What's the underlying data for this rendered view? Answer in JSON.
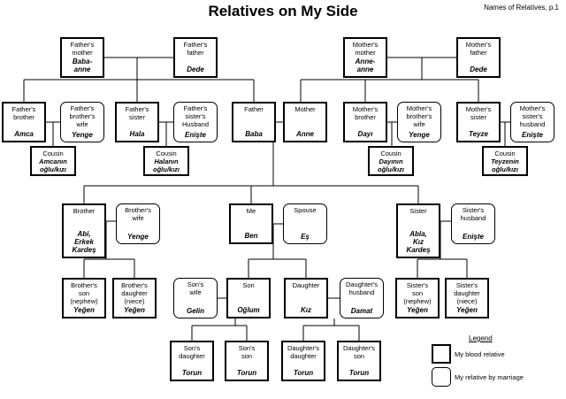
{
  "header": {
    "title": "Relatives on My Side",
    "page_note": "Names of Relatives,  p.1"
  },
  "boxes": {
    "fathers_mother": {
      "role": "Father's\nmother",
      "turkish": "Baba-\nanne"
    },
    "fathers_father": {
      "role": "Father's\nfather",
      "turkish": "Dede"
    },
    "mothers_mother": {
      "role": "Mother's\nmother",
      "turkish": "Anne-\nanne"
    },
    "mothers_father": {
      "role": "Mother's\nfather",
      "turkish": "Dede"
    },
    "fathers_brother": {
      "role": "Father's\nbrother",
      "turkish": "Amca"
    },
    "fathers_brothers_wife": {
      "role": "Father's\nbrother's\nwife",
      "turkish": "Yenge"
    },
    "fathers_sister": {
      "role": "Father's\nsister",
      "turkish": "Hala"
    },
    "fathers_sisters_husband": {
      "role": "Father's\nsister's\nHusband",
      "turkish": "Enişte"
    },
    "father": {
      "role": "Father",
      "turkish": "Baba"
    },
    "mother": {
      "role": "Mother",
      "turkish": "Anne"
    },
    "mothers_brother": {
      "role": "Mother's\nbrother",
      "turkish": "Dayı"
    },
    "mothers_brothers_wife": {
      "role": "Mother's\nbrother's\nwife",
      "turkish": "Yenge"
    },
    "mothers_sister": {
      "role": "Mother's\nsister",
      "turkish": "Teyze"
    },
    "mothers_sisters_husband": {
      "role": "Mother's\nsister's\nhusband",
      "turkish": "Enişte"
    },
    "brother": {
      "role": "Brother",
      "turkish": "Abi,\nErkek\nKardeş"
    },
    "brothers_wife": {
      "role": "Brother's\nwife",
      "turkish": "Yenge"
    },
    "me": {
      "role": "Me",
      "turkish": "Ben"
    },
    "spouse": {
      "role": "Spouse",
      "turkish": "Eş"
    },
    "sister": {
      "role": "Sister",
      "turkish": "Abla,\nKız\nKardeş"
    },
    "sisters_husband": {
      "role": "Sister's\nhusband",
      "turkish": "Enişte"
    },
    "brothers_son": {
      "role": "Brother's\nson\n(nephew)",
      "turkish": "Yeğen"
    },
    "brothers_daughter": {
      "role": "Brother's\ndaughter\n(niece)",
      "turkish": "Yeğen"
    },
    "sons_wife": {
      "role": "Son's\nwife",
      "turkish": "Gelin"
    },
    "son": {
      "role": "Son",
      "turkish": "Oğlum"
    },
    "daughter": {
      "role": "Daughter",
      "turkish": "Kız"
    },
    "daughters_husband": {
      "role": "Daughter's\nhusband",
      "turkish": "Damat"
    },
    "sisters_son": {
      "role": "Sister's\nson\n(nephew)",
      "turkish": "Yeğen"
    },
    "sisters_daughter": {
      "role": "Sister's\ndaughter\n(niece)",
      "turkish": "Yeğen"
    },
    "sons_daughter": {
      "role": "Son's\ndaughter",
      "turkish": "Torun"
    },
    "sons_son": {
      "role": "Son's\nson",
      "turkish": "Torun"
    },
    "daughters_daughter": {
      "role": "Daughter's\ndaughter",
      "turkish": "Torun"
    },
    "daughters_son": {
      "role": "Daughter's\nson",
      "turkish": "Torun"
    }
  },
  "cousins": {
    "amca_cousin": {
      "role": "Cousin",
      "turkish": "Amcanın\noğlu/kızı"
    },
    "hala_cousin": {
      "role": "Cousin",
      "turkish": "Halanın\noğlu/kızı"
    },
    "dayi_cousin": {
      "role": "Cousin",
      "turkish": "Dayının\noğlu/kızı"
    },
    "teyze_cousin": {
      "role": "Cousin",
      "turkish": "Teyzenin\noğlu/kızı"
    }
  },
  "legend": {
    "title": "Legend",
    "blood_label": "My blood relative",
    "marriage_label": "My relative by marriage"
  }
}
